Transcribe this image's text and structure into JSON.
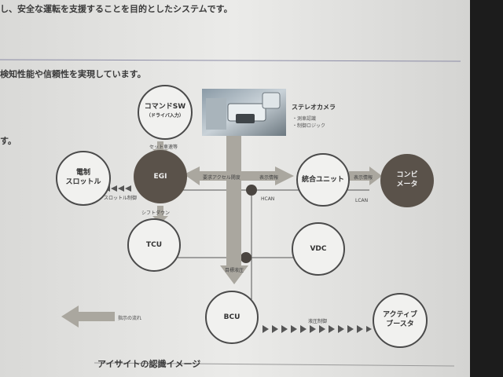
{
  "slide": {
    "line1": "し、安全な運転を支援することを目的としたシステムです。",
    "line2": "検知性能や信頼性を実現しています。",
    "line3": "す。",
    "footer_title": "アイサイトの認識イメージ"
  },
  "camera": {
    "title": "ステレオカメラ",
    "bullet1": "・測車認識",
    "bullet2": "・制御ロジック"
  },
  "nodes": {
    "command_sw_1": "コマンドSW",
    "command_sw_2": "（ドライバ入力）",
    "throttle_1": "電制",
    "throttle_2": "スロットル",
    "egi": "EGI",
    "integration": "統合ユニット",
    "combi_1": "コンビ",
    "combi_2": "メータ",
    "tcu": "TCU",
    "vdc": "VDC",
    "bcu": "BCU",
    "booster_1": "アクティブ",
    "booster_2": "ブースタ"
  },
  "labels": {
    "set_select": "セット車速等",
    "throttle_ctrl": "スロットル制御",
    "shift_down": "シフトダウン",
    "accel_request": "要求アクセル開度",
    "display_info_1": "表示情報",
    "display_info_2": "表示情報",
    "hcan": "HCAN",
    "lcan": "LCAN",
    "brake_pressure": "目標液圧",
    "pressure_ctrl": "液圧制御",
    "flow_legend": "指示の流れ"
  },
  "colors": {
    "screen": "#e8e8e6",
    "dark_node": "#5a524a",
    "arrow": "#aaa79f",
    "node_border": "#4a4a4a"
  }
}
